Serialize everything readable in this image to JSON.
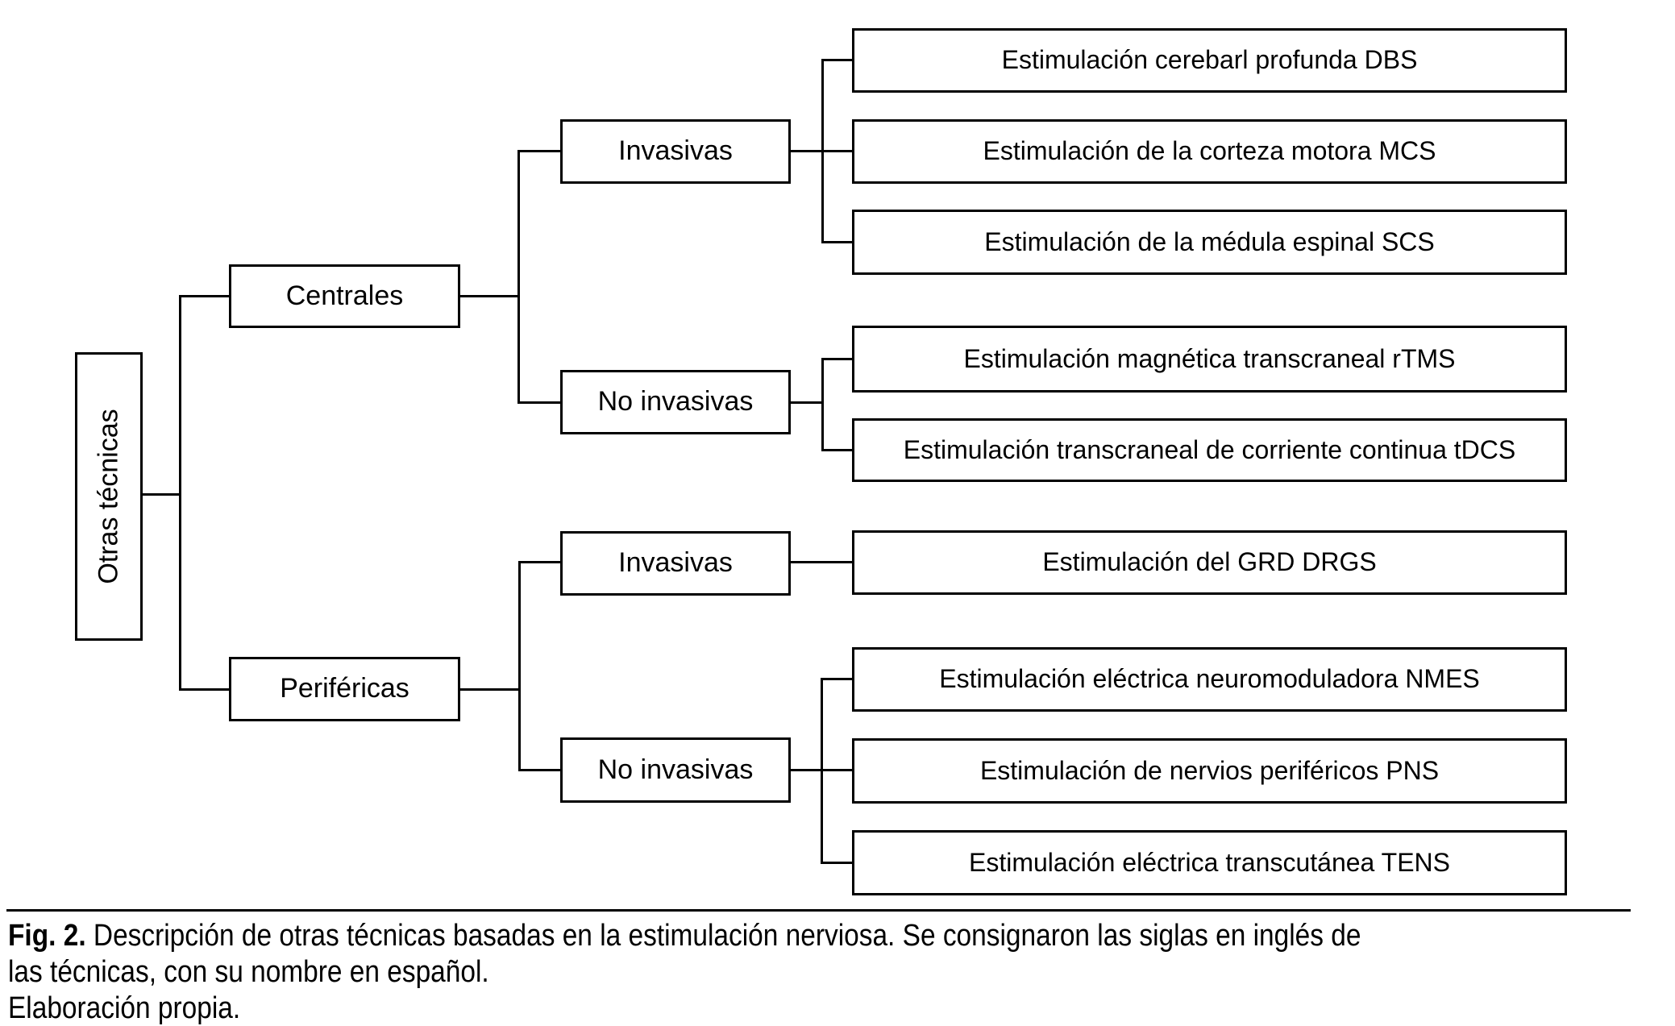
{
  "root": {
    "label": "Otras técnicas"
  },
  "centrales": {
    "label": "Centrales",
    "invasivas": {
      "label": "Invasivas",
      "leaves": [
        "Estimulación cerebarl profunda DBS",
        "Estimulación de la corteza motora MCS",
        "Estimulación de la médula espinal SCS"
      ]
    },
    "no_invasivas": {
      "label": "No invasivas",
      "leaves": [
        "Estimulación magnética transcraneal rTMS",
        "Estimulación transcraneal de corriente continua tDCS"
      ]
    }
  },
  "perifericas": {
    "label": "Periféricas",
    "invasivas": {
      "label": "Invasivas",
      "leaves": [
        "Estimulación del GRD DRGS"
      ]
    },
    "no_invasivas": {
      "label": "No invasivas",
      "leaves": [
        "Estimulación eléctrica neuromoduladora NMES",
        "Estimulación de nervios periféricos PNS",
        "Estimulación eléctrica transcutánea TENS"
      ]
    }
  },
  "caption": {
    "fig_label": "Fig. 2.",
    "line1": "Descripción de otras técnicas basadas en la estimulación nerviosa. Se consignaron las siglas en inglés de",
    "line2": "las técnicas, con su nombre en español.",
    "line3": "Elaboración propia."
  },
  "colors": {
    "line": "#000000",
    "background": "#ffffff",
    "text": "#000000"
  }
}
